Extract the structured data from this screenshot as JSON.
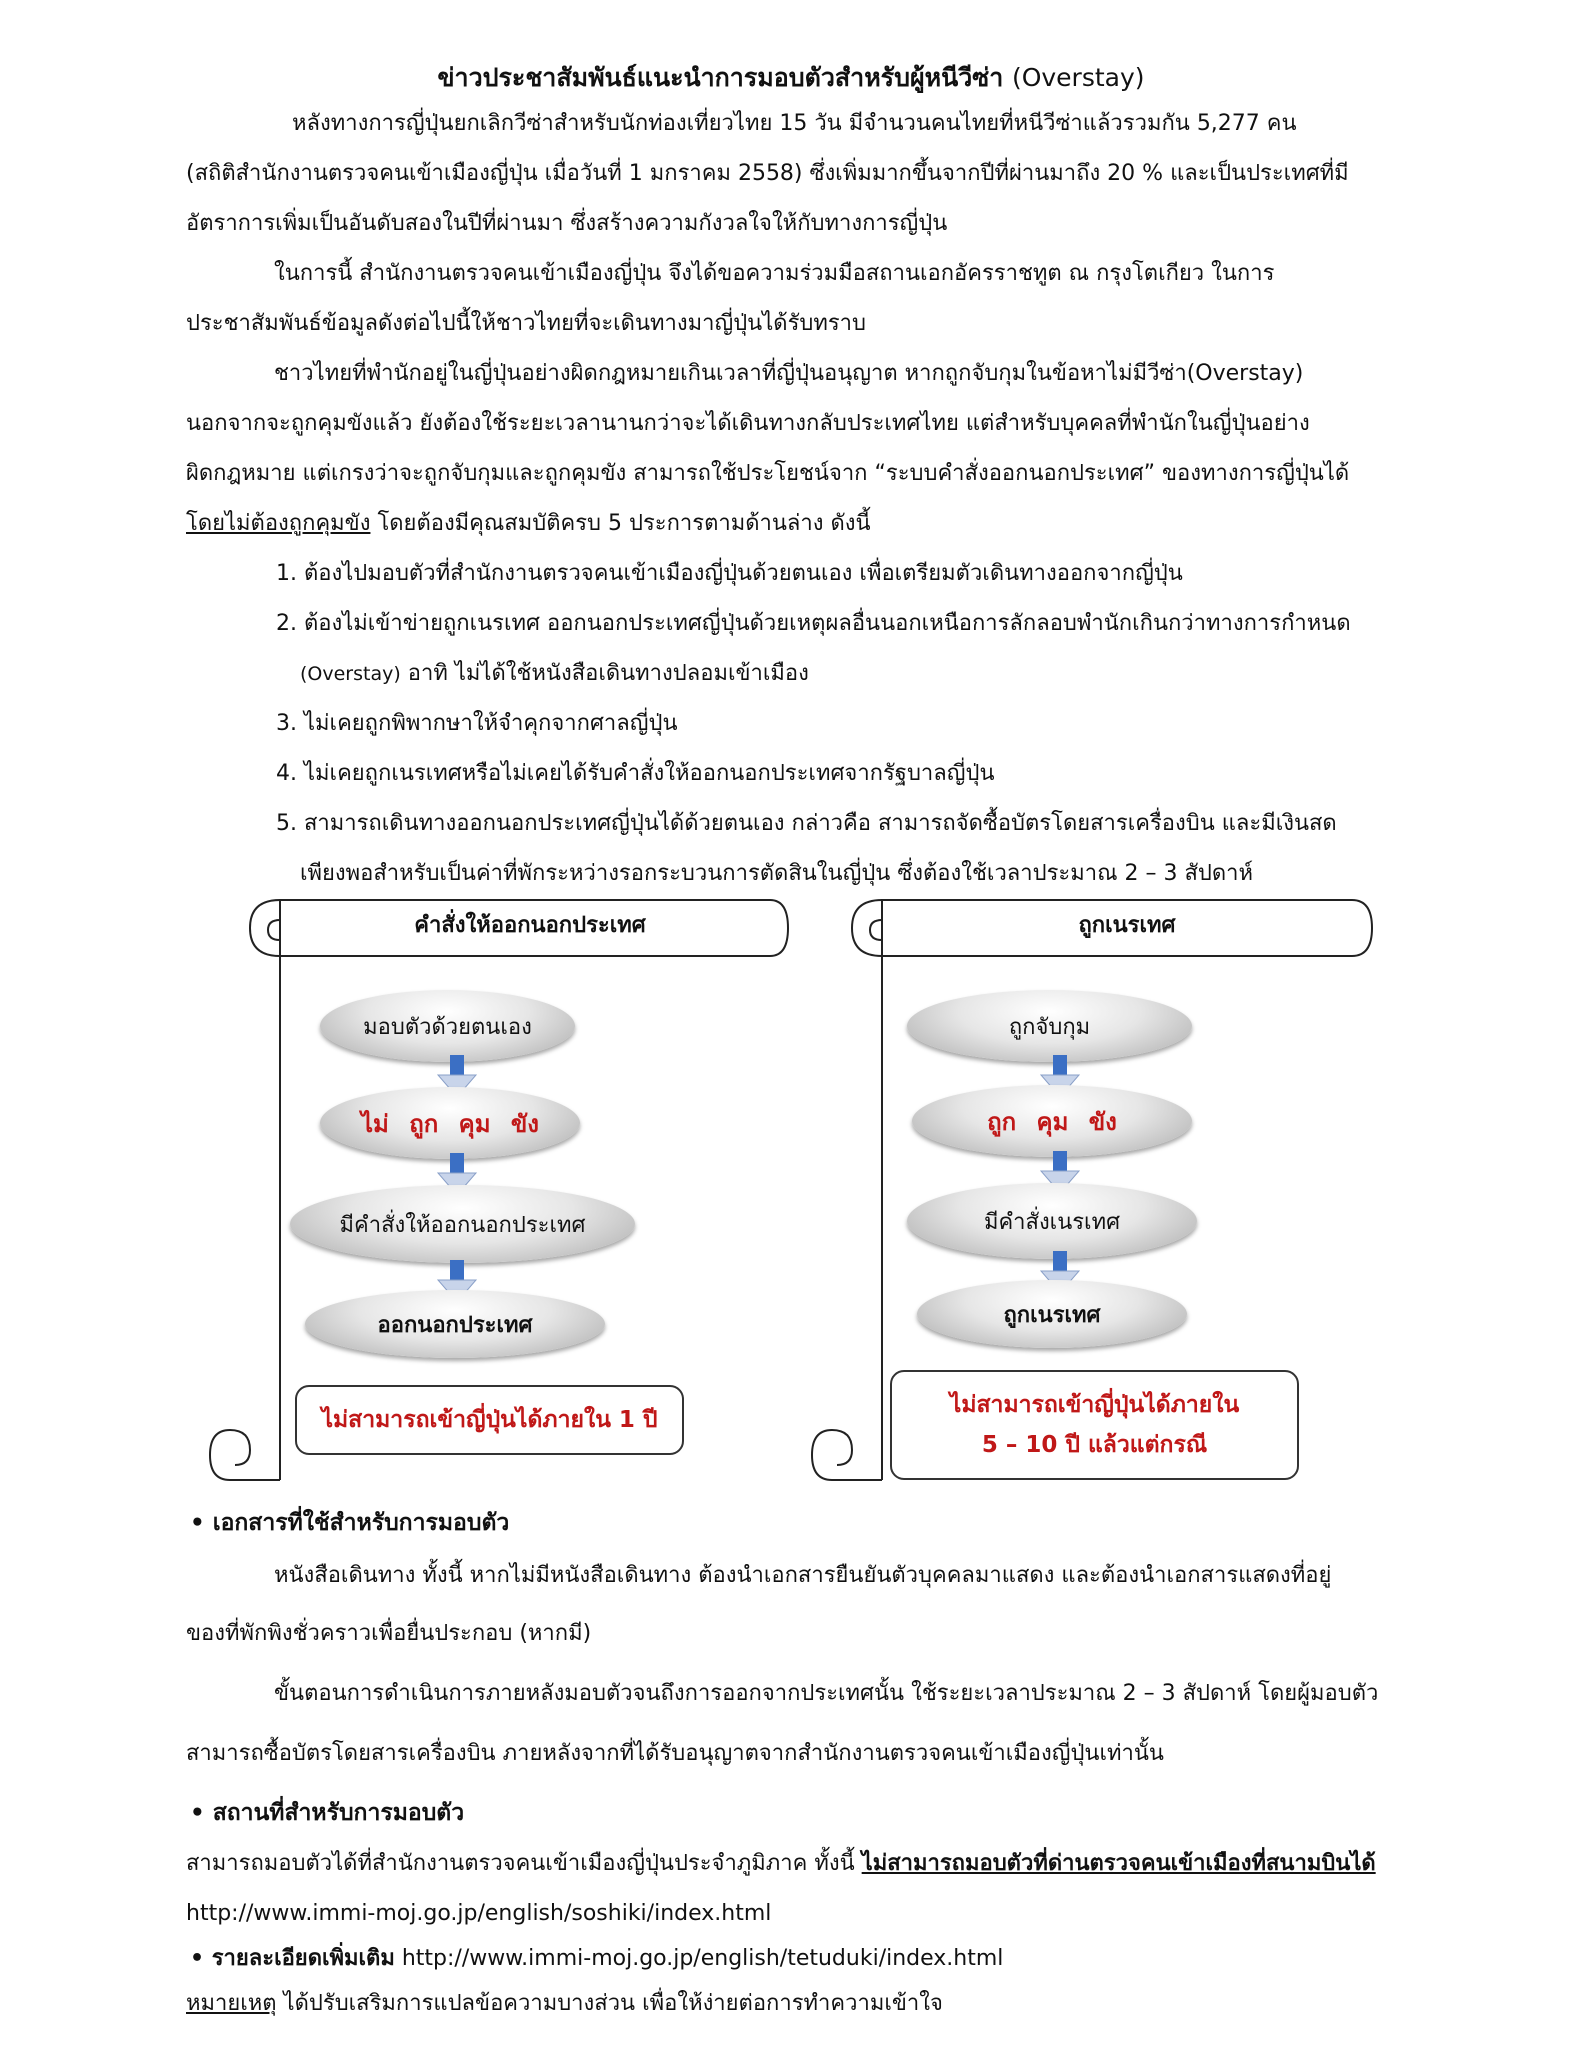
{
  "title": {
    "main": "ข่าวประชาสัมพันธ์แนะนำการมอบตัวสำหรับผู้หนีวีซ่า",
    "en": "(Overstay)"
  },
  "intro": {
    "p1_l1": "หลังทางการญี่ปุ่นยกเลิกวีซ่าสำหรับนักท่องเที่ยวไทย 15 วัน มีจำนวนคนไทยที่หนีวีซ่าแล้วรวมกัน 5,277 คน",
    "p1_l2": "(สถิติสำนักงานตรวจคนเข้าเมืองญี่ปุ่น เมื่อวันที่ 1 มกราคม 2558) ซึ่งเพิ่มมากขึ้นจากปีที่ผ่านมาถึง 20 % และเป็นประเทศที่มี",
    "p1_l3": "อัตราการเพิ่มเป็นอันดับสองในปีที่ผ่านมา ซึ่งสร้างความกังวลใจให้กับทางการญี่ปุ่น",
    "p2_l1": "ในการนี้ สำนักงานตรวจคนเข้าเมืองญี่ปุ่น จึงได้ขอความร่วมมือสถานเอกอัครราชทูต ณ กรุงโตเกียว ในการ",
    "p2_l2": "ประชาสัมพันธ์ข้อมูลดังต่อไปนี้ให้ชาวไทยที่จะเดินทางมาญี่ปุ่นได้รับทราบ",
    "p3_l1": "ชาวไทยที่พำนักอยู่ในญี่ปุ่นอย่างผิดกฎหมายเกินเวลาที่ญี่ปุ่นอนุญาต หากถูกจับกุมในข้อหาไม่มีวีซ่า(Overstay)",
    "p3_l2": "นอกจากจะถูกคุมขังแล้ว ยังต้องใช้ระยะเวลานานกว่าจะได้เดินทางกลับประเทศไทย แต่สำหรับบุคคลที่พำนักในญี่ปุ่นอย่าง",
    "p3_l3": "ผิดกฎหมาย แต่เกรงว่าจะถูกจับกุมและถูกคุมขัง สามารถใช้ประโยชน์จาก “ระบบคำสั่งออกนอกประเทศ” ของทางการญี่ปุ่นได้",
    "p3_l4_u": "โดยไม่ต้องถูกคุมขัง",
    "p3_l4": " โดยต้องมีคุณสมบัติครบ 5 ประการตามด้านล่าง ดังนี้"
  },
  "conditions": {
    "c1": "1. ต้องไปมอบตัวที่สำนักงานตรวจคนเข้าเมืองญี่ปุ่นด้วยตนเอง เพื่อเตรียมตัวเดินทางออกจากญี่ปุ่น",
    "c2_l1": "2. ต้องไม่เข้าข่ายถูกเนรเทศ ออกนอกประเทศญี่ปุ่นด้วยเหตุผลอื่นนอกเหนือการลักลอบพำนักเกินกว่าทางการกำหนด",
    "c2_l2a": "(Overstay)",
    "c2_l2b": " อาทิ ไม่ได้ใช้หนังสือเดินทางปลอมเข้าเมือง",
    "c3": "3. ไม่เคยถูกพิพากษาให้จำคุกจากศาลญี่ปุ่น",
    "c4": "4. ไม่เคยถูกเนรเทศหรือไม่เคยได้รับคำสั่งให้ออกนอกประเทศจากรัฐบาลญี่ปุ่น",
    "c5_l1": "5. สามารถเดินทางออกนอกประเทศญี่ปุ่นได้ด้วยตนเอง กล่าวคือ สามารถจัดซื้อบัตรโดยสารเครื่องบิน และมีเงินสด",
    "c5_l2": "เพียงพอสำหรับเป็นค่าที่พักระหว่างรอกระบวนการตัดสินในญี่ปุ่น ซึ่งต้องใช้เวลาประมาณ 2 – 3 สัปดาห์"
  },
  "diagram": {
    "left": {
      "title": "คำสั่งให้ออกนอกประเทศ",
      "steps": [
        "มอบตัวด้วยตนเอง",
        "ไม่ ถูก คุม ขัง",
        "มีคำสั่งให้ออกนอกประเทศ",
        "ออกนอกประเทศ"
      ],
      "result": "ไม่สามารถเข้าญี่ปุ่นได้ภายใน 1 ปี"
    },
    "right": {
      "title": "ถูกเนรเทศ",
      "steps": [
        "ถูกจับกุม",
        "ถูก คุม ขัง",
        "มีคำสั่งเนรเทศ",
        "ถูกเนรเทศ"
      ],
      "result_l1": "ไม่สามารถเข้าญี่ปุ่นได้ภายใน",
      "result_l2": "5 – 10 ปี แล้วแต่กรณี"
    },
    "colors": {
      "accent_red": "#c01818",
      "arrow_blue": "#3b6fc4"
    }
  },
  "documents": {
    "heading": "• เอกสารที่ใช้สำหรับการมอบตัว",
    "p1_l1": "หนังสือเดินทาง ทั้งนี้ หากไม่มีหนังสือเดินทาง ต้องนำเอกสารยืนยันตัวบุคคลมาแสดง และต้องนำเอกสารแสดงที่อยู่",
    "p1_l2": "ของที่พักพิงชั่วคราวเพื่อยื่นประกอบ (หากมี)",
    "p2_l1": "ขั้นตอนการดำเนินการภายหลังมอบตัวจนถึงการออกจากประเทศนั้น ใช้ระยะเวลาประมาณ 2 – 3 สัปดาห์ โดยผู้มอบตัว",
    "p2_l2": "สามารถซื้อบัตรโดยสารเครื่องบิน ภายหลังจากที่ได้รับอนุญาตจากสำนักงานตรวจคนเข้าเมืองญี่ปุ่นเท่านั้น"
  },
  "place": {
    "heading": "• สถานที่สำหรับการมอบตัว",
    "line1": "สามารถมอบตัวได้ที่สำนักงานตรวจคนเข้าเมืองญี่ปุ่นประจำภูมิภาค ทั้งนี้ ",
    "line1_bold_u": "ไม่สามารถมอบตัวที่ด่านตรวจคนเข้าเมืองที่สนามบินได้",
    "url": "http://www.immi-moj.go.jp/english/soshiki/index.html"
  },
  "more": {
    "heading": "• รายละเอียดเพิ่มเติม",
    "url": "http://www.immi-moj.go.jp/english/tetuduki/index.html"
  },
  "note": {
    "label": "หมายเหตุ",
    "text": " ได้ปรับเสริมการแปลข้อความบางส่วน เพื่อให้ง่ายต่อการทำความเข้าใจ"
  }
}
